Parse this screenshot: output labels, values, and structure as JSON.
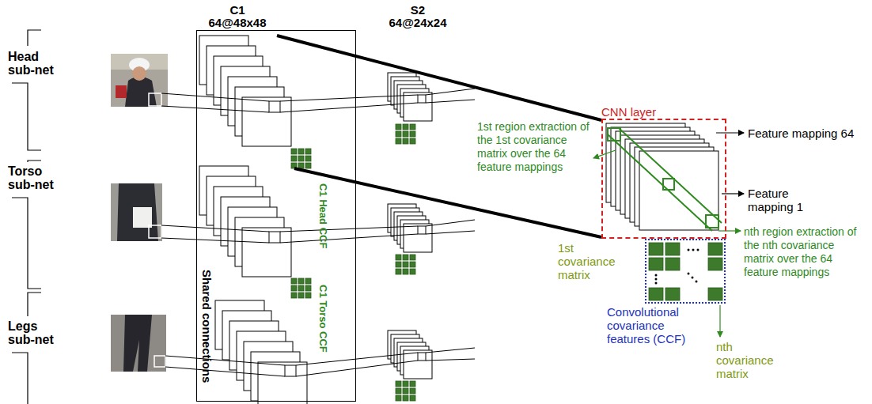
{
  "diagram": {
    "nodes": [
      {
        "text": [
          "Shared connections"
        ]
      },
      {
        "text": [
          "CNN layer"
        ]
      },
      {
        "text": [
          "Convolutional covariance features (CCF)"
        ]
      }
    ],
    "labels": [
      "Head sub-net",
      "Torso sub-net",
      "Legs sub-net",
      "C1",
      "64@48x48",
      "S2",
      "64@24x24",
      "C1 Head CCF",
      "C1 Torso CCF",
      "1st region extraction of the 1st covariance matrix over the 64 feature mappings",
      "Feature mapping 64",
      "Feature mapping 1",
      "nth region extraction of the nth covariance matrix over the 64 feature mappings",
      "1st covariance matrix",
      "nth covariance matrix"
    ]
  }
}
